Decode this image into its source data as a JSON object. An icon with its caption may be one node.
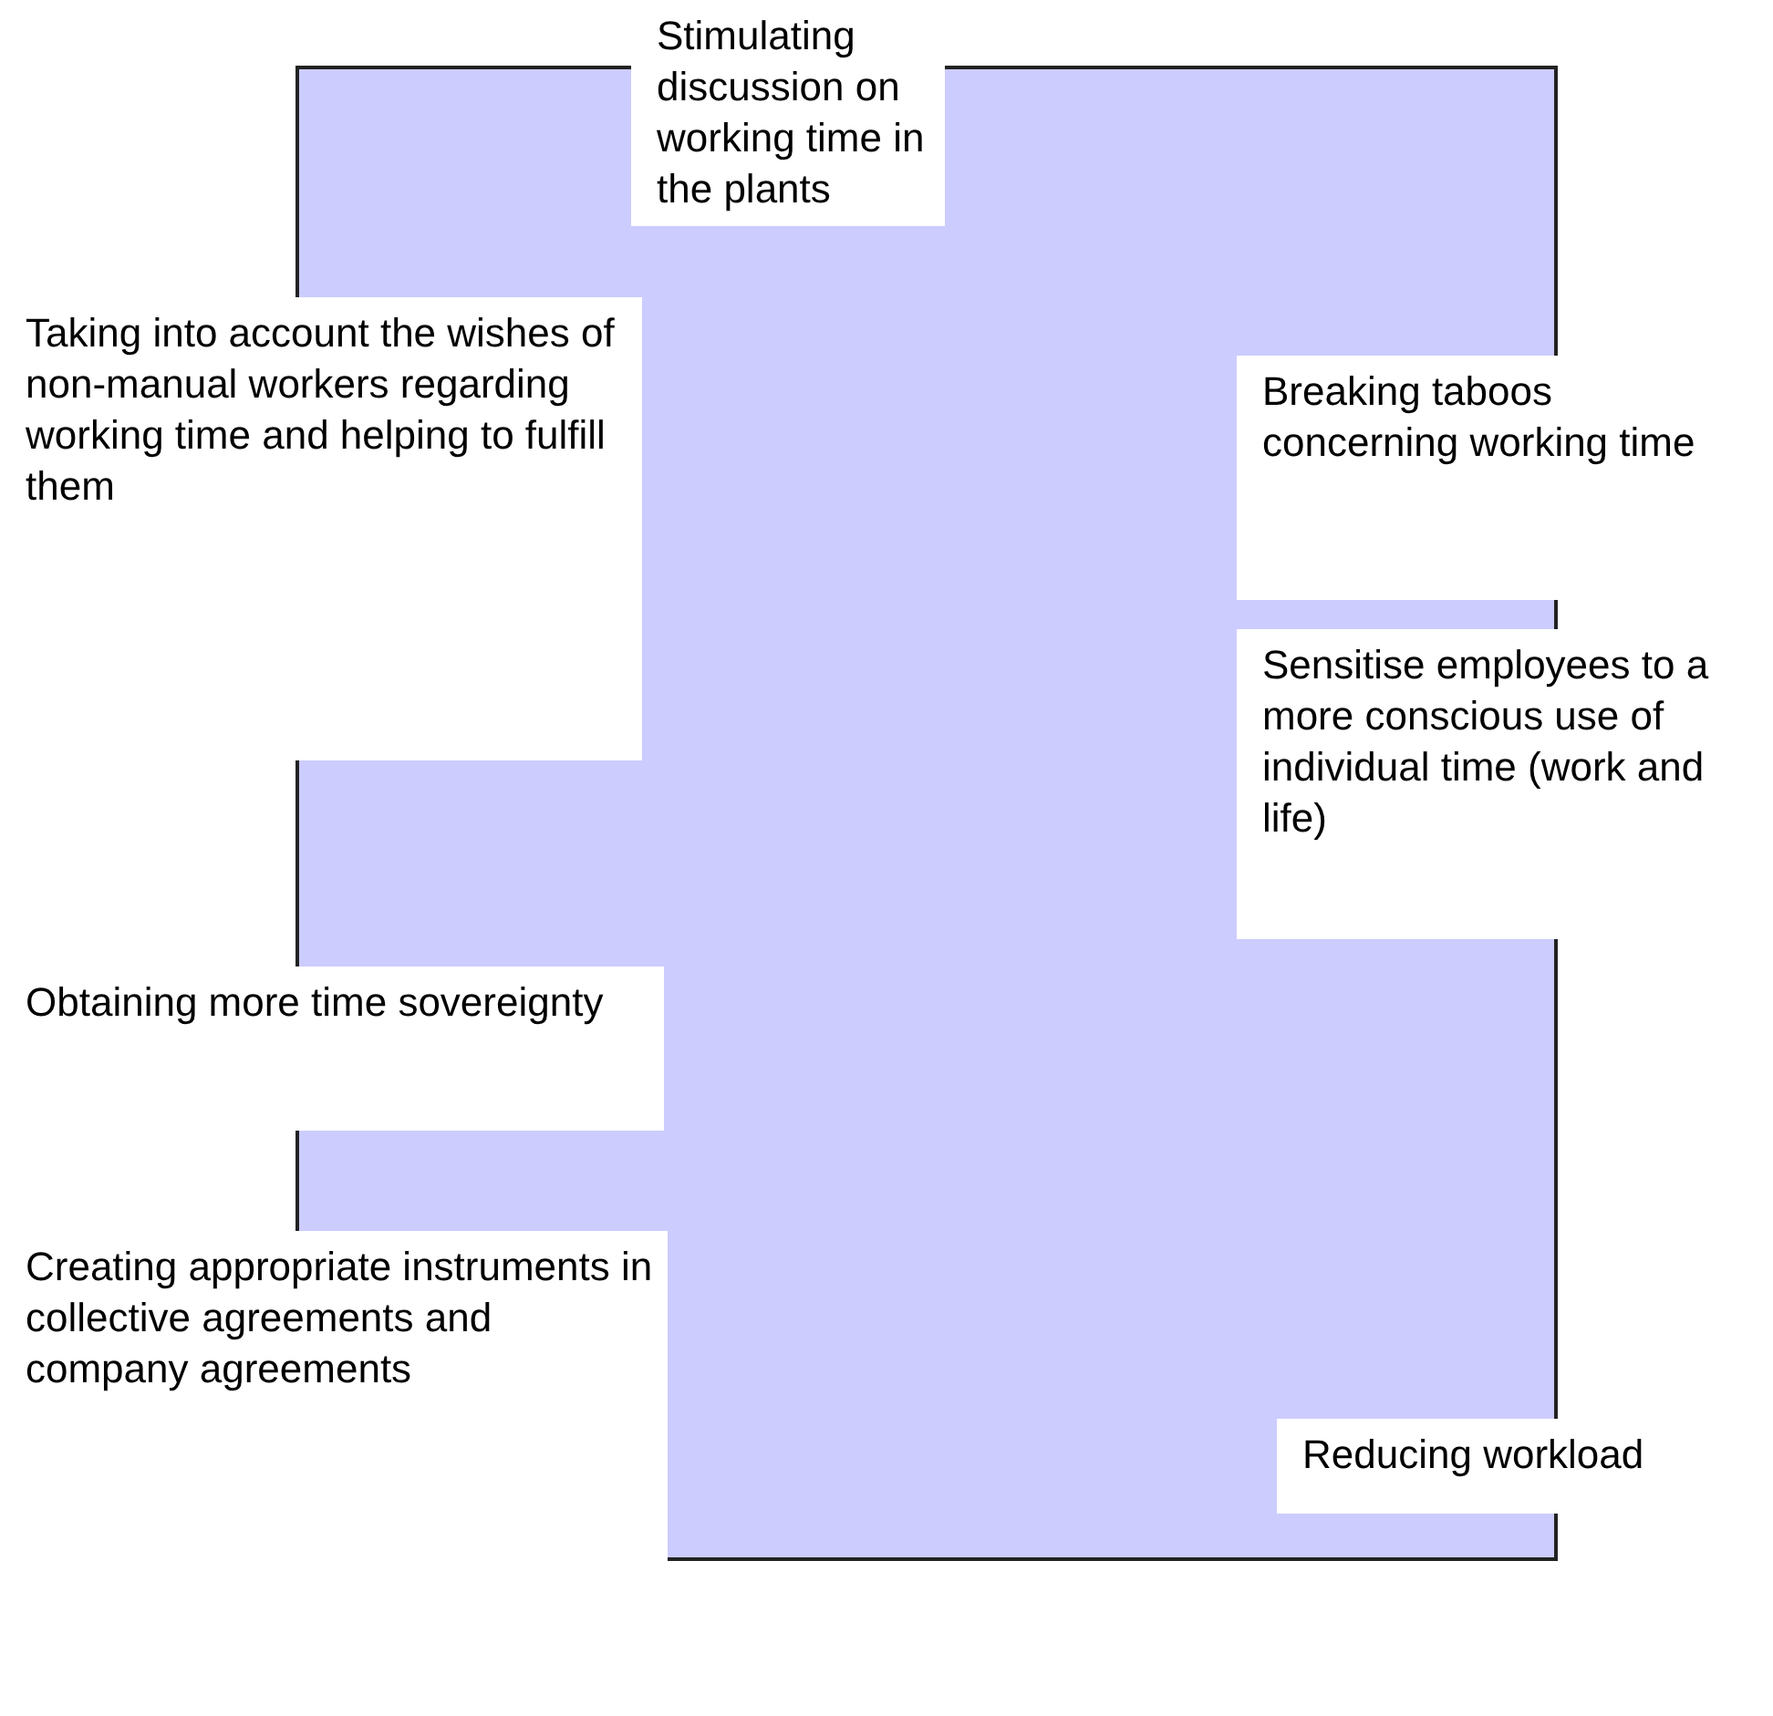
{
  "diagram": {
    "nodes": [
      {
        "text": [],
        "shape": "box"
      },
      {
        "text": [
          "Stimulating discussion on working time in the plants"
        ]
      },
      {
        "text": [
          "Taking into account the wishes of non-manual workers regarding working time and helping to fulfill them"
        ]
      },
      {
        "text": [
          "Breaking taboos concerning working time"
        ]
      },
      {
        "text": [
          "Sensitise employees to a more conscious use of individual time (work and life)"
        ]
      },
      {
        "text": [
          "Obtaining more time sovereignty"
        ]
      },
      {
        "text": [
          "Creating appropriate instruments in collective agreements and company agreements"
        ]
      },
      {
        "text": [
          "Reducing workload"
        ]
      }
    ],
    "edges": []
  }
}
